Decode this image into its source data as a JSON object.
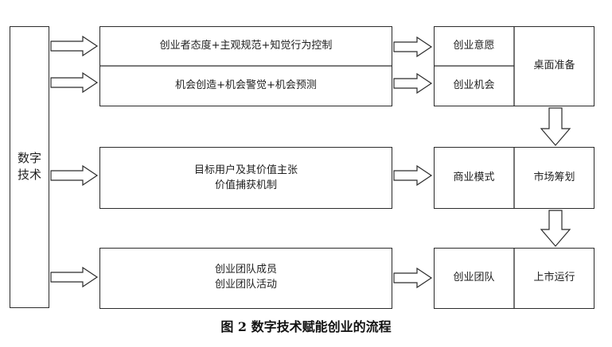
{
  "left_box": {
    "line1": "数字",
    "line2": "技术"
  },
  "middle": {
    "row1_top": "创业者态度+主观规范+知觉行为控制",
    "row1_bottom": "机会创造+机会警觉+机会预测",
    "row2_line1": "目标用户及其价值主张",
    "row2_line2": "价值捕获机制",
    "row3_line1": "创业团队成员",
    "row3_line2": "创业团队活动"
  },
  "right": {
    "r1a": "创业意愿",
    "r1b": "创业机会",
    "r1c": "桌面准备",
    "r2a": "商业模式",
    "r2b": "市场筹划",
    "r3a": "创业团队",
    "r3b": "上市运行"
  },
  "caption": "图 2  数字技术赋能创业的流程"
}
